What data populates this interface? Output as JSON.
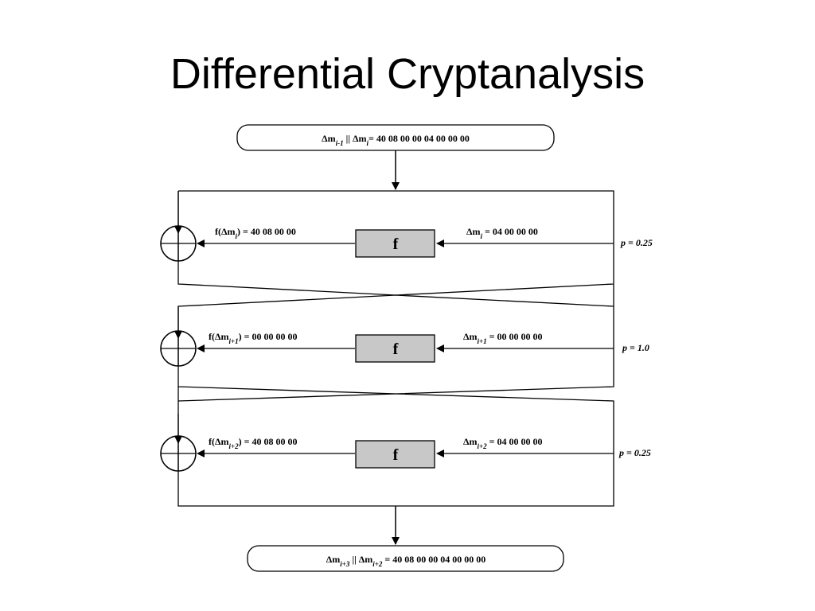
{
  "title": "Differential Cryptanalysis",
  "diagram": {
    "input_block": "Δm",
    "function_label": "f",
    "top_box": {
      "parts": [
        "Δm",
        "i-1",
        " || Δm",
        "i",
        "= 40 08 00 00 04 00 00 00"
      ]
    },
    "bottom_box": {
      "parts": [
        "Δm",
        "i+3",
        " || Δm",
        "i+2",
        " = 40 08 00 00 04 00 00 00"
      ]
    },
    "rounds": [
      {
        "f_out": [
          "f(Δm",
          "i",
          ") = 40 08 00 00"
        ],
        "delta_in": [
          "Δm",
          "i",
          " = 04 00 00 00"
        ],
        "probability": "p = 0.25"
      },
      {
        "f_out": [
          "f(Δm",
          "i+1",
          ") = 00 00 00 00"
        ],
        "delta_in": [
          "Δm",
          "i+1",
          " = 00 00 00 00"
        ],
        "probability": "p = 1.0"
      },
      {
        "f_out": [
          "f(Δm",
          "i+2",
          ") = 40 08 00 00"
        ],
        "delta_in": [
          "Δm",
          "i+2",
          " = 04 00 00 00"
        ],
        "probability": "p = 0.25"
      }
    ],
    "colors": {
      "function_box_fill": "#c8c8c8",
      "stroke": "#000000"
    }
  }
}
